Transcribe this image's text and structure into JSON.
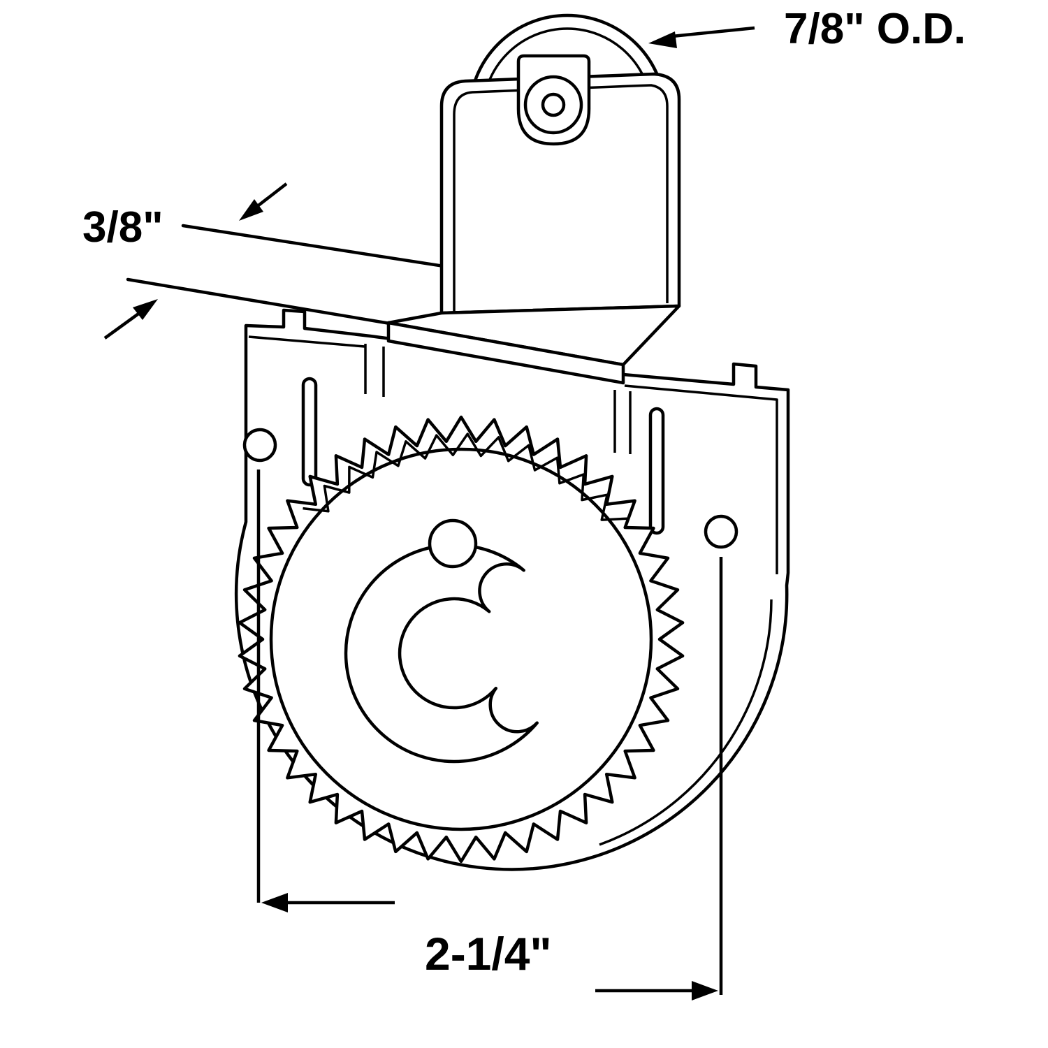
{
  "diagram": {
    "background": "#ffffff",
    "line_color": "#000000",
    "annotations": {
      "roller_od": "7/8\" O.D.",
      "strip_width": "3/8\"",
      "hole_spacing": "2-1/4\""
    }
  }
}
